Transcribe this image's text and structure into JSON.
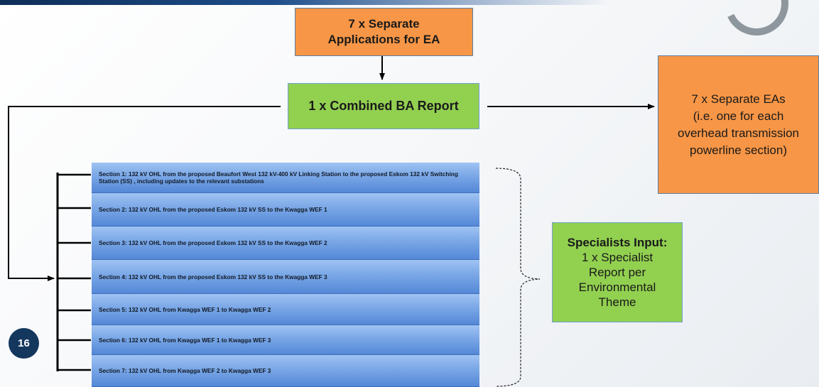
{
  "diagram": {
    "applications_box": "7 x Separate\nApplications for EA",
    "combined_report_box": "1 x Combined BA Report",
    "separate_eas_box": "7 x Separate EAs\n(i.e. one for each\noverhead transmission\npowerline section)",
    "specialists_box": {
      "title": "Specialists Input:",
      "body": "1 x Specialist\nReport per\nEnvironmental\nTheme"
    },
    "sections": [
      "Section 1: 132 kV OHL from the proposed Beaufort West 132 kV-400 kV Linking Station to the proposed Eskom 132 kV Switching Station (SS) , including updates to the relevant substations",
      "Section 2: 132 kV OHL from the proposed Eskom 132 kV SS to the Kwagga WEF 1",
      "Section 3: 132 kV OHL from the proposed Eskom 132 kV SS to the Kwagga WEF 2",
      "Section 4: 132 kV OHL from the proposed Eskom 132 kV SS to the Kwagga WEF 3",
      "Section 5: 132 kV OHL from Kwagga WEF 1 to Kwagga WEF 2",
      "Section 6: 132 kV OHL from Kwagga WEF 1 to Kwagga WEF 3",
      "Section 7: 132 kV OHL from Kwagga WEF 2 to Kwagga WEF 3"
    ]
  },
  "slide_number": "16",
  "colors": {
    "orange": "#f79646",
    "green": "#92d050",
    "section_blue": "#5488d7",
    "badge_navy": "#14375e"
  }
}
